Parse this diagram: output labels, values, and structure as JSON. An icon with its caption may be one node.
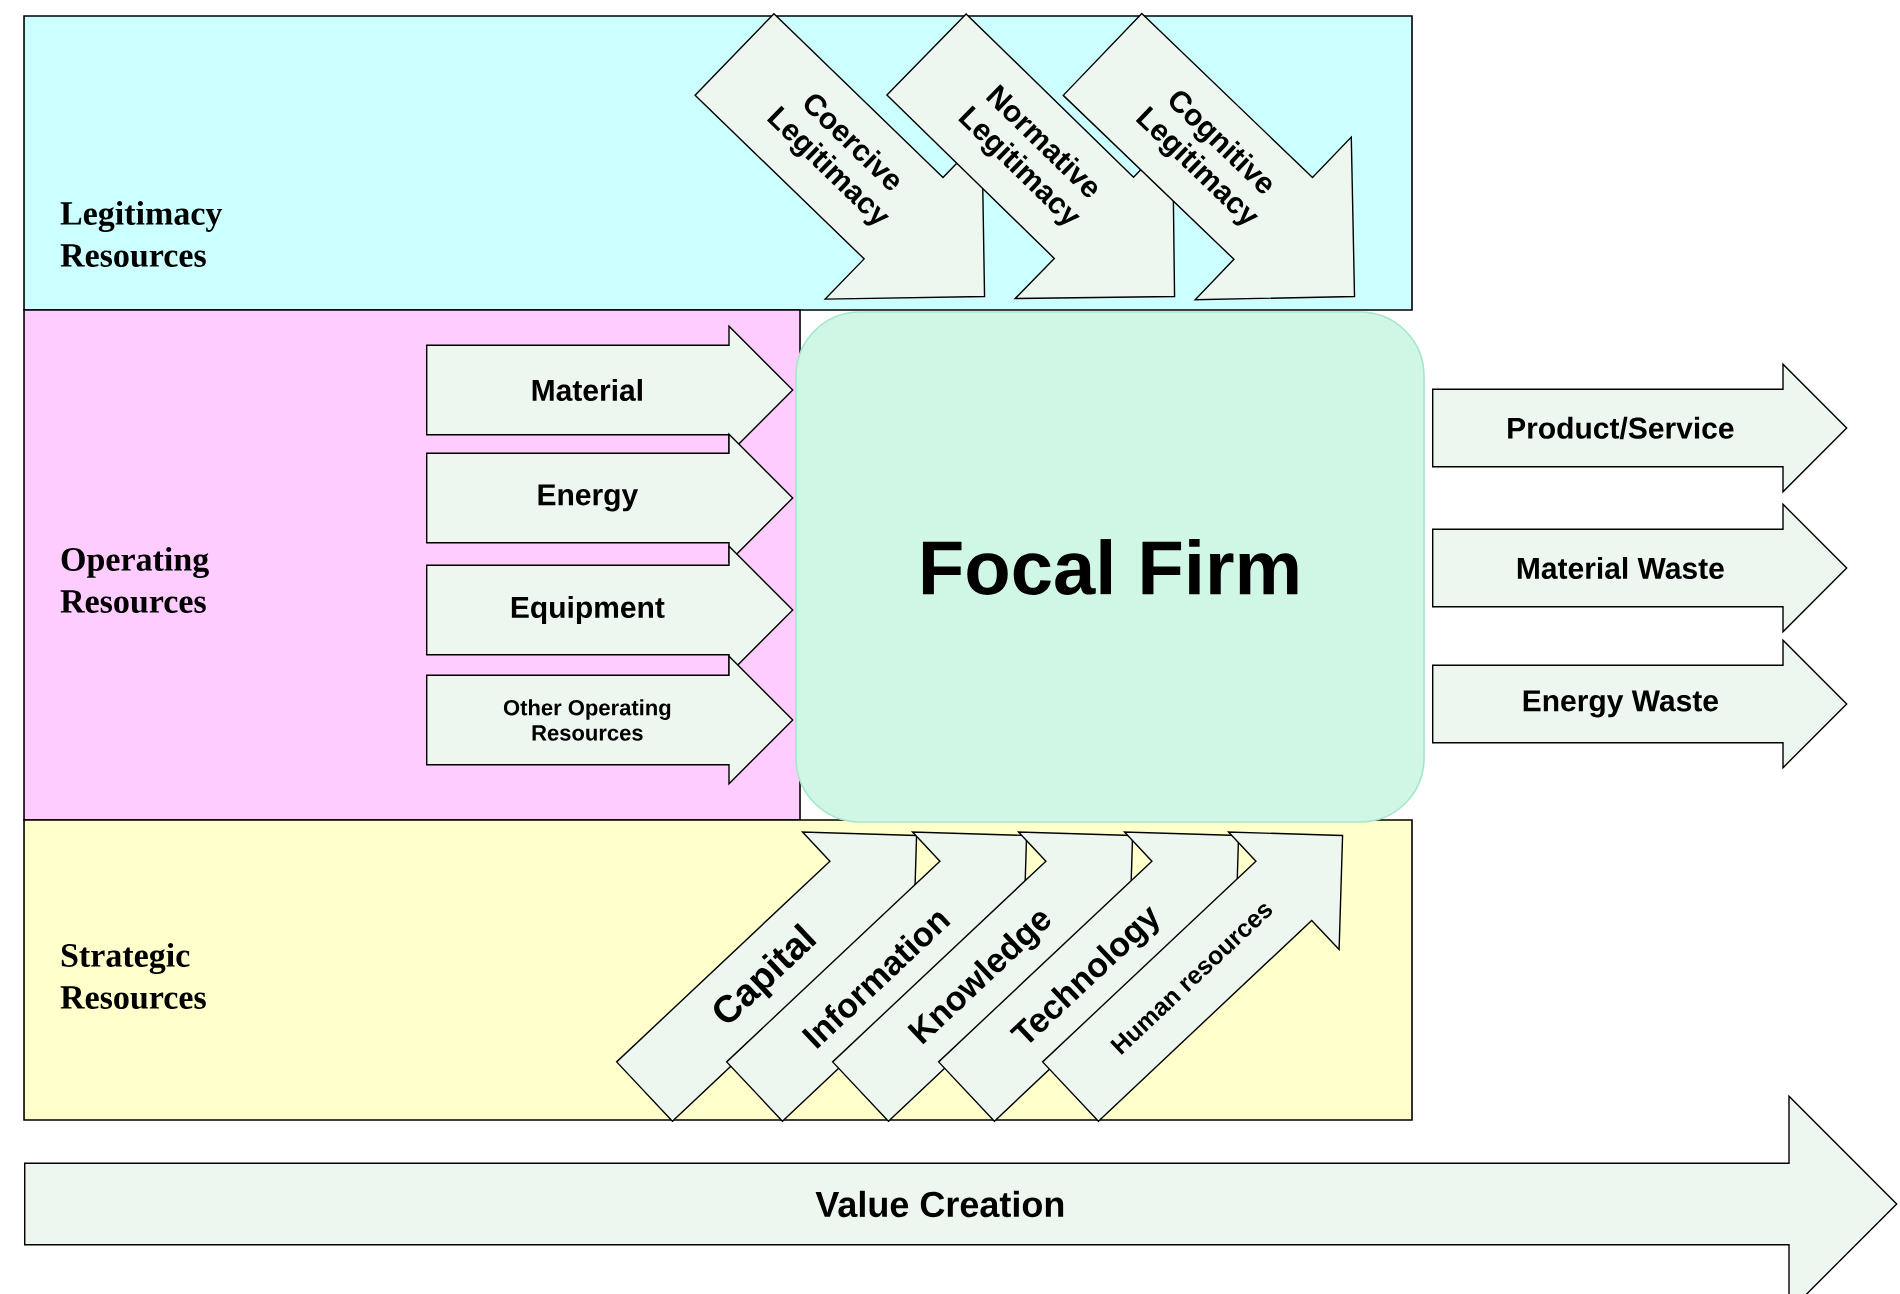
{
  "diagram": {
    "nodes": [
      {
        "text": [
          "Legitimacy Resources"
        ]
      },
      {
        "text": [
          "Coercive Legitimacy"
        ],
        "in": 0
      },
      {
        "text": [
          "Normative Legitimacy"
        ],
        "in": 0
      },
      {
        "text": [
          "Cognitive Legitimacy"
        ],
        "in": 0
      },
      {
        "text": [
          "Operating Resources"
        ]
      },
      {
        "text": [
          "Material"
        ],
        "in": 4
      },
      {
        "text": [
          "Energy"
        ],
        "in": 4
      },
      {
        "text": [
          "Equipment"
        ],
        "in": 4
      },
      {
        "text": [
          "Other Operating Resources"
        ],
        "in": 4
      },
      {
        "text": [
          "Focal Firm"
        ]
      },
      {
        "text": [
          "Product/Service"
        ]
      },
      {
        "text": [
          "Material Waste"
        ]
      },
      {
        "text": [
          "Energy Waste"
        ]
      },
      {
        "text": [
          "Strategic Resources"
        ]
      },
      {
        "text": [
          "Capital"
        ],
        "in": 13
      },
      {
        "text": [
          "Information"
        ],
        "in": 13
      },
      {
        "text": [
          "Knowledge"
        ],
        "in": 13
      },
      {
        "text": [
          "Technology"
        ],
        "in": 13
      },
      {
        "text": [
          "Human resources"
        ],
        "in": 13
      },
      {
        "text": [
          "Value Creation"
        ]
      }
    ]
  }
}
